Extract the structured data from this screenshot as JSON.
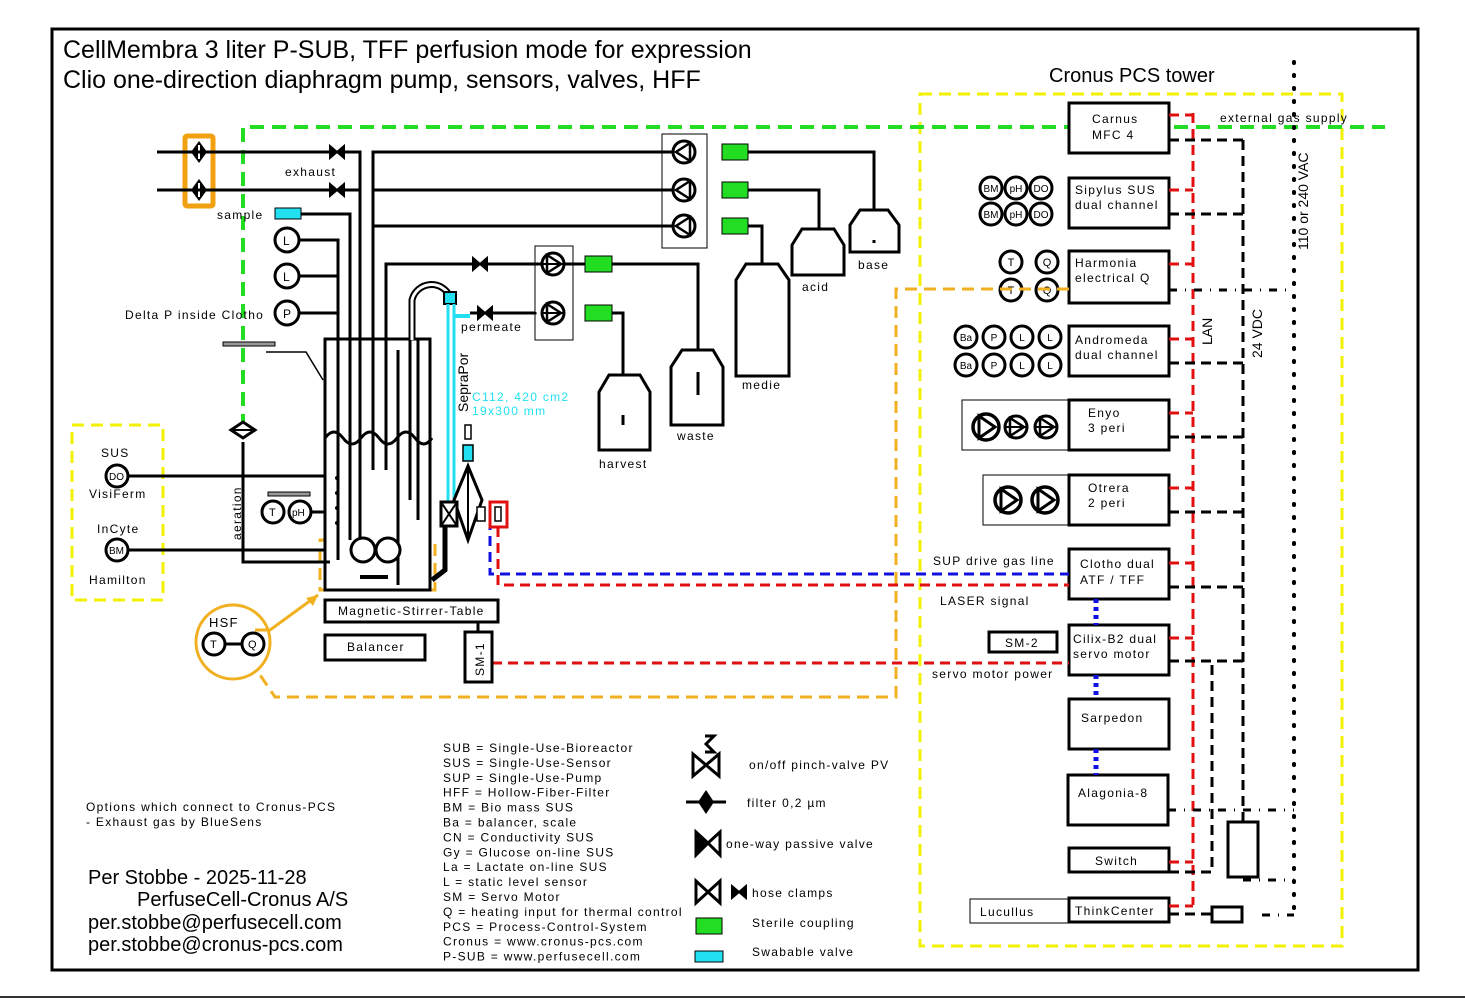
{
  "title": {
    "line1": "CellMembra 3 liter P-SUB, TFF perfusion mode for expression",
    "line2": "Clio one-direction diaphragm pump, sensors, valves, HFF"
  },
  "tower": {
    "title": "Cronus PCS tower",
    "external_gas": "external gas supply",
    "vac_label": "110 or 240 VAC",
    "vdc_label": "24 VDC",
    "lan_label": "LAN",
    "modules": [
      {
        "id": "carnus",
        "line1": "Carnus",
        "line2": "MFC 4"
      },
      {
        "id": "sipylus",
        "line1": "Sipylus SUS",
        "line2": "dual channel"
      },
      {
        "id": "harmonia",
        "line1": "Harmonia",
        "line2": "electrical Q"
      },
      {
        "id": "andromeda",
        "line1": "Andromeda",
        "line2": "dual channel"
      },
      {
        "id": "enyo",
        "line1": "Enyo",
        "line2": "3 peri"
      },
      {
        "id": "otrera",
        "line1": "Otrera",
        "line2": "2 peri"
      },
      {
        "id": "clotho",
        "line1": "Clotho dual",
        "line2": "ATF / TFF"
      },
      {
        "id": "cilix",
        "line1": "Cilix-B2 dual",
        "line2": "servo motor"
      },
      {
        "id": "sarpedon",
        "line1": "Sarpedon",
        "line2": ""
      },
      {
        "id": "alagonia",
        "line1": "Alagonia-8",
        "line2": ""
      },
      {
        "id": "switch",
        "line1": "Switch",
        "line2": ""
      },
      {
        "id": "thinkcenter",
        "line1": "ThinkCenter",
        "line2": ""
      }
    ],
    "lucullus": "Lucullus",
    "sm2": "SM-2",
    "sipylus_sensors": [
      "BM",
      "pH",
      "DO"
    ],
    "harmonia_sensors": [
      "T",
      "Q"
    ],
    "andromeda_sensors": [
      "Ba",
      "P",
      "L",
      "L"
    ]
  },
  "lines": {
    "sup_drive_gas": "SUP drive gas line",
    "laser_signal": "LASER signal",
    "servo_motor_power": "servo motor power"
  },
  "process": {
    "exhaust": "exhaust",
    "sample": "sample",
    "delta_p": "Delta P inside Clotho",
    "aeration": "aeration",
    "permeate": "permeate",
    "sprapor": "SepraPor",
    "filter_spec1": "C112, 420 cm2",
    "filter_spec2": "19x300 mm",
    "stirrer": "Magnetic-Stirrer-Table",
    "balancer": "Balancer",
    "sm1": "SM-1",
    "hsf": "HSF",
    "sensor_L": "L",
    "sensor_P": "P",
    "sensor_T": "T",
    "sensor_pH": "pH",
    "sensor_Q": "Q",
    "vessels": {
      "base": "base",
      "acid": "acid",
      "medie": "medie",
      "waste": "waste",
      "harvest": "harvest"
    }
  },
  "external_sensors": {
    "sus": "SUS",
    "do": "DO",
    "visiferm": "VisiFerm",
    "incyte": "InCyte",
    "bm": "BM",
    "hamilton": "Hamilton"
  },
  "abbreviations": [
    "SUB = Single-Use-Bioreactor",
    "SUS = Single-Use-Sensor",
    "SUP = Single-Use-Pump",
    "HFF = Hollow-Fiber-Filter",
    "BM = Bio mass SUS",
    "Ba = balancer, scale",
    "CN = Conductivity SUS",
    "Gy = Glucose on-line SUS",
    "La = Lactate on-line SUS",
    "L = static level sensor",
    "SM = Servo Motor",
    "Q = heating input for thermal control",
    "PCS = Process-Control-System",
    "Cronus = www.cronus-pcs.com",
    "P-SUB = www.perfusecell.com"
  ],
  "legend": [
    {
      "symbol": "pinch-valve",
      "label": "on/off pinch-valve PV"
    },
    {
      "symbol": "filter",
      "label": "filter 0,2 µm"
    },
    {
      "symbol": "one-way-valve",
      "label": "one-way passive valve"
    },
    {
      "symbol": "hose-clamp",
      "label": "hose clamps"
    },
    {
      "symbol": "sterile-coupling",
      "label": "Sterile coupling"
    },
    {
      "symbol": "swabable-valve",
      "label": "Swabable valve"
    }
  ],
  "options": {
    "line1": "Options which connect to Cronus-PCS",
    "line2": "- Exhaust gas by BlueSens"
  },
  "author": {
    "name_date": "Per Stobbe - 2025-11-28",
    "company": "PerfuseCell-Cronus A/S",
    "email1": "per.stobbe@perfusecell.com",
    "email2": "per.stobbe@cronus-pcs.com"
  },
  "colors": {
    "gas": "#22dd22",
    "tower_boundary": "#f2f200",
    "thermal": "#f0b020",
    "lan": "#e01010",
    "drive_gas": "#1010e0",
    "sterile_coupling": "#22dd22",
    "swabable_valve": "#22e0f0"
  }
}
